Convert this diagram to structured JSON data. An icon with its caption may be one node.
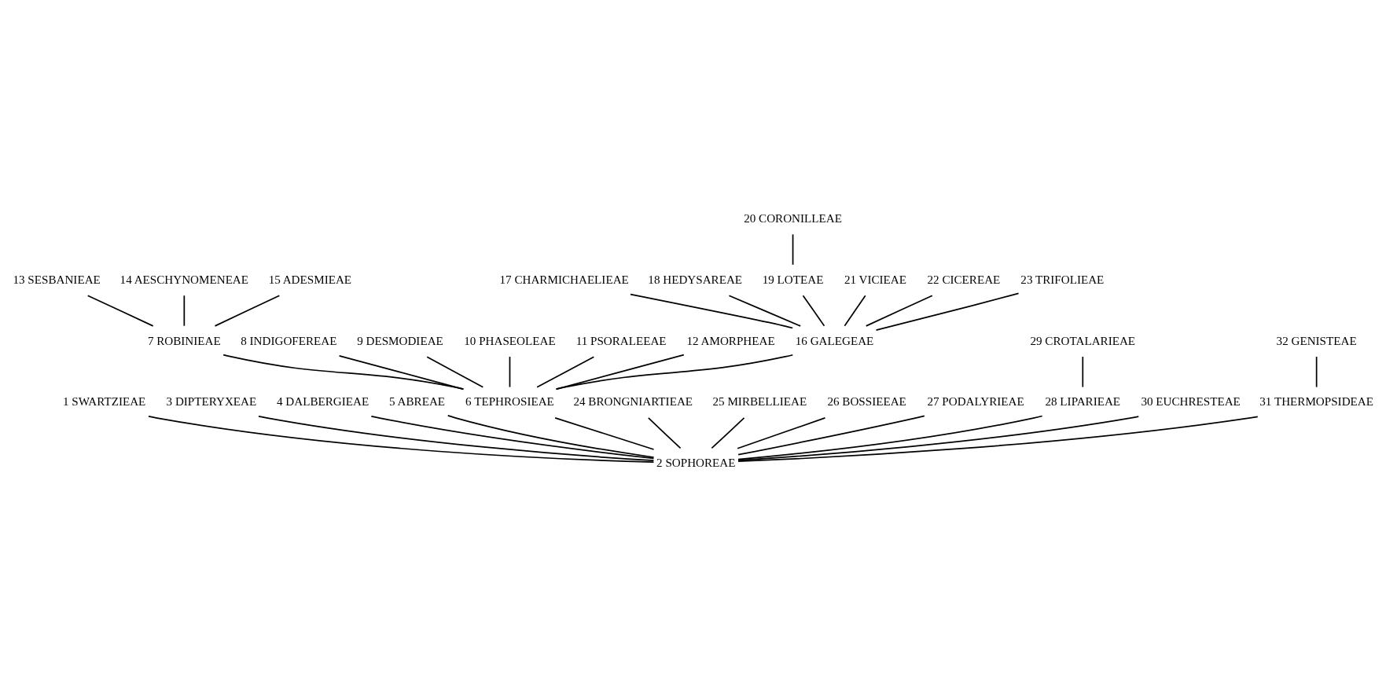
{
  "diagram": {
    "nodes": [
      {
        "text": [
          "1 SWARTZIEAE"
        ]
      },
      {
        "text": [
          "2 SOPHOREAE"
        ]
      },
      {
        "text": [
          "3 DIPTERYXEAE"
        ]
      },
      {
        "text": [
          "4 DALBERGIEAE"
        ]
      },
      {
        "text": [
          "5 ABREAE"
        ]
      },
      {
        "text": [
          "6 TEPHROSIEAE"
        ]
      },
      {
        "text": [
          "7 ROBINIEAE"
        ]
      },
      {
        "text": [
          "8 INDIGOFEREAE"
        ]
      },
      {
        "text": [
          "9 DESMODIEAE"
        ]
      },
      {
        "text": [
          "10 PHASEOLEAE"
        ]
      },
      {
        "text": [
          "11 PSORALEEAE"
        ]
      },
      {
        "text": [
          "12 AMORPHEAE"
        ]
      },
      {
        "text": [
          "13 SESBANIEAE"
        ]
      },
      {
        "text": [
          "14 AESCHYNOMENEAE"
        ]
      },
      {
        "text": [
          "15 ADESMIEAE"
        ]
      },
      {
        "text": [
          "16 GALEGEAE"
        ]
      },
      {
        "text": [
          "17 CHARMICHAELIEAE"
        ]
      },
      {
        "text": [
          "18 HEDYSAREAE"
        ]
      },
      {
        "text": [
          "19 LOTEAE"
        ]
      },
      {
        "text": [
          "20 CORONILLEAE"
        ]
      },
      {
        "text": [
          "21 VICIEAE"
        ]
      },
      {
        "text": [
          "22 CICEREAE"
        ]
      },
      {
        "text": [
          "23 TRIFOLIEAE"
        ]
      },
      {
        "text": [
          "24 BRONGNIARTIEAE"
        ]
      },
      {
        "text": [
          "25 MIRBELLIEAE"
        ]
      },
      {
        "text": [
          "26 BOSSIEEAE"
        ]
      },
      {
        "text": [
          "27 PODALYRIEAE"
        ]
      },
      {
        "text": [
          "28 LIPARIEAE"
        ]
      },
      {
        "text": [
          "29 CROTALARIEAE"
        ]
      },
      {
        "text": [
          "30 EUCHRESTEAE"
        ]
      },
      {
        "text": [
          "31 THERMOPSIDEAE"
        ]
      },
      {
        "text": [
          "32 GENISTEAE"
        ]
      }
    ],
    "edges": [
      {
        "from": 1,
        "to": 0,
        "arrow": "none"
      },
      {
        "from": 1,
        "to": 2,
        "arrow": "none"
      },
      {
        "from": 1,
        "to": 3,
        "arrow": "none"
      },
      {
        "from": 1,
        "to": 29,
        "arrow": "none"
      },
      {
        "from": 1,
        "to": 30,
        "arrow": "none"
      },
      {
        "from": 30,
        "to": 31,
        "arrow": "none"
      },
      {
        "from": 1,
        "to": 4,
        "arrow": "none"
      },
      {
        "from": 1,
        "to": 23,
        "arrow": "none"
      },
      {
        "from": 1,
        "to": 27,
        "arrow": "none"
      },
      {
        "from": 1,
        "to": 26,
        "arrow": "none"
      },
      {
        "from": 27,
        "to": 28,
        "arrow": "none"
      },
      {
        "from": 1,
        "to": 25,
        "arrow": "none"
      },
      {
        "from": 1,
        "to": 24,
        "arrow": "none"
      },
      {
        "from": 1,
        "to": 5,
        "arrow": "none"
      },
      {
        "from": 5,
        "to": 15,
        "arrow": "none"
      },
      {
        "from": 5,
        "to": 6,
        "arrow": "none"
      },
      {
        "from": 5,
        "to": 10,
        "arrow": "none"
      },
      {
        "from": 5,
        "to": 7,
        "arrow": "none"
      },
      {
        "from": 5,
        "to": 8,
        "arrow": "none"
      },
      {
        "from": 5,
        "to": 9,
        "arrow": "none"
      },
      {
        "from": 5,
        "to": 11,
        "arrow": "none"
      },
      {
        "from": 6,
        "to": 12,
        "arrow": "none"
      },
      {
        "from": 6,
        "to": 13,
        "arrow": "none"
      },
      {
        "from": 6,
        "to": 14,
        "arrow": "none"
      },
      {
        "from": 15,
        "to": 16,
        "arrow": "none"
      },
      {
        "from": 15,
        "to": 17,
        "arrow": "none"
      },
      {
        "from": 15,
        "to": 20,
        "arrow": "none"
      },
      {
        "from": 15,
        "to": 21,
        "arrow": "none"
      },
      {
        "from": 15,
        "to": 22,
        "arrow": "none"
      },
      {
        "from": 15,
        "to": 18,
        "arrow": "none"
      },
      {
        "from": 18,
        "to": 19,
        "arrow": "none"
      }
    ]
  }
}
